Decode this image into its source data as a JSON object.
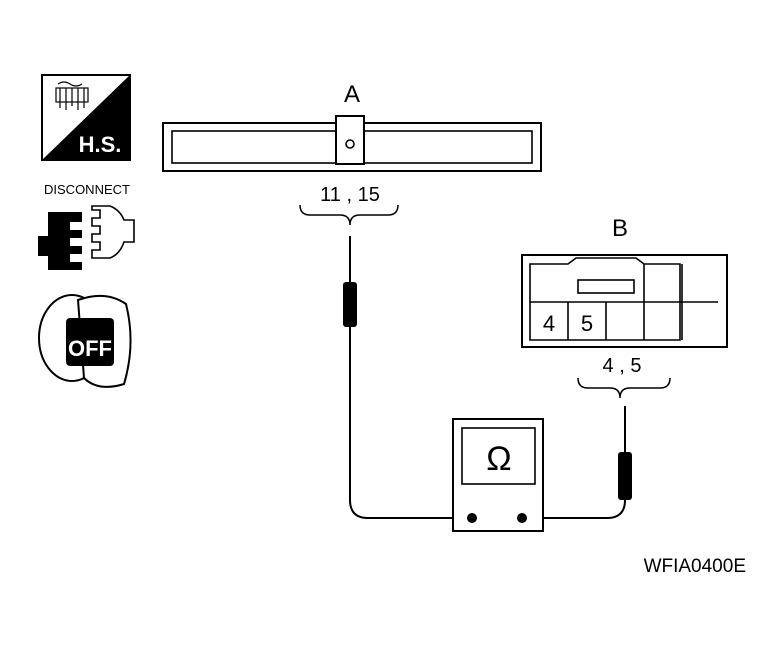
{
  "icons": {
    "hs_label": "H.S.",
    "disconnect_label": "DISCONNECT",
    "off_label": "OFF"
  },
  "connector_a": {
    "label": "A",
    "terminals": "11 , 15"
  },
  "connector_b": {
    "label": "B",
    "cavity_numbers": [
      "4",
      "5"
    ],
    "terminals": "4 , 5"
  },
  "meter": {
    "symbol": "Ω"
  },
  "figure_code": "WFIA0400E"
}
